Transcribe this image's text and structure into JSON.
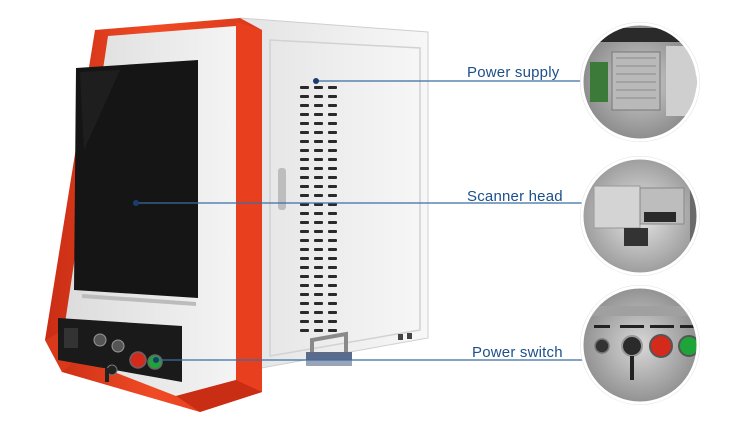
{
  "callouts": [
    {
      "id": "power-supply",
      "label": "Power supply"
    },
    {
      "id": "scanner-head",
      "label": "Scanner head"
    },
    {
      "id": "power-switch",
      "label": "Power switch"
    }
  ],
  "colors": {
    "cabinet_red": "#e8401f",
    "cabinet_white": "#f2f2f2",
    "callout_blue": "#1d4f8a",
    "window_dark": "#151515"
  }
}
